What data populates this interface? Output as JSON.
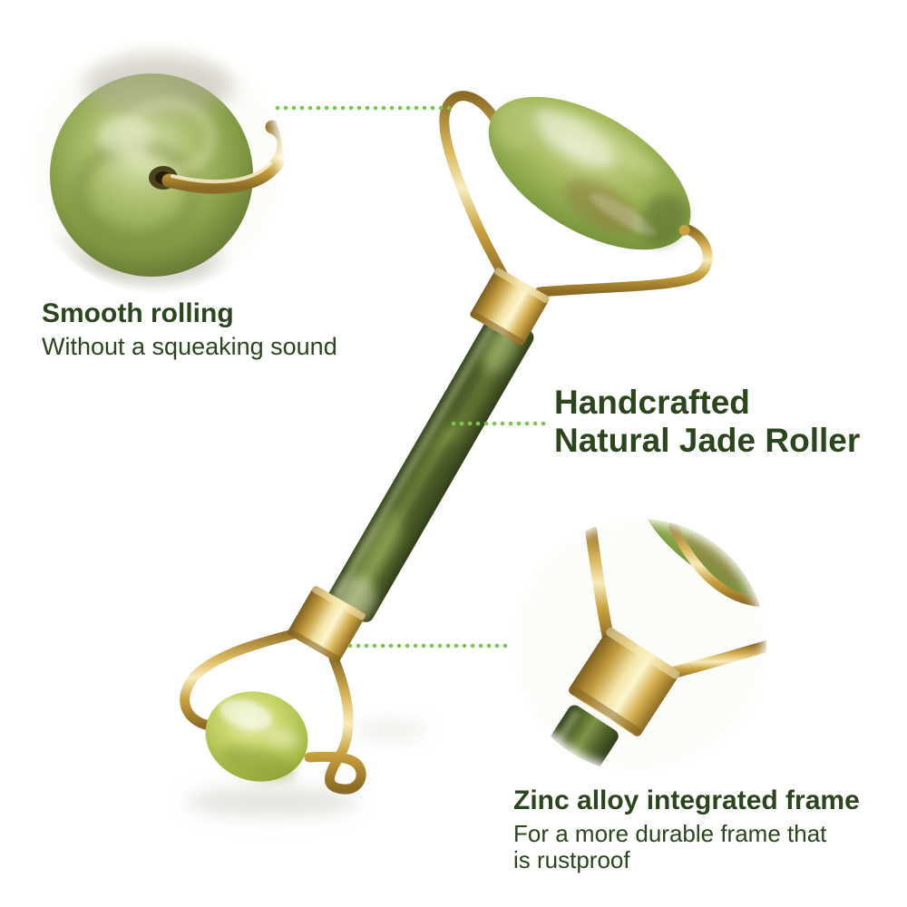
{
  "annotations": {
    "smooth_rolling": {
      "title": "Smooth rolling",
      "subtitle": "Without a squeaking sound"
    },
    "handcrafted": {
      "line1": "Handcrafted",
      "line2": "Natural Jade Roller"
    },
    "zinc_alloy": {
      "title": "Zinc alloy integrated frame",
      "subtitle": "For a more durable frame that is rustproof"
    }
  },
  "colors": {
    "text": "#2b451c",
    "dotted_line": "#7cc551",
    "gold": "#d3ac4b",
    "jade_stone": "#8fae4e",
    "jade_handle": "#55682c",
    "small_roller": "#bccb5e",
    "background": "#ffffff"
  }
}
